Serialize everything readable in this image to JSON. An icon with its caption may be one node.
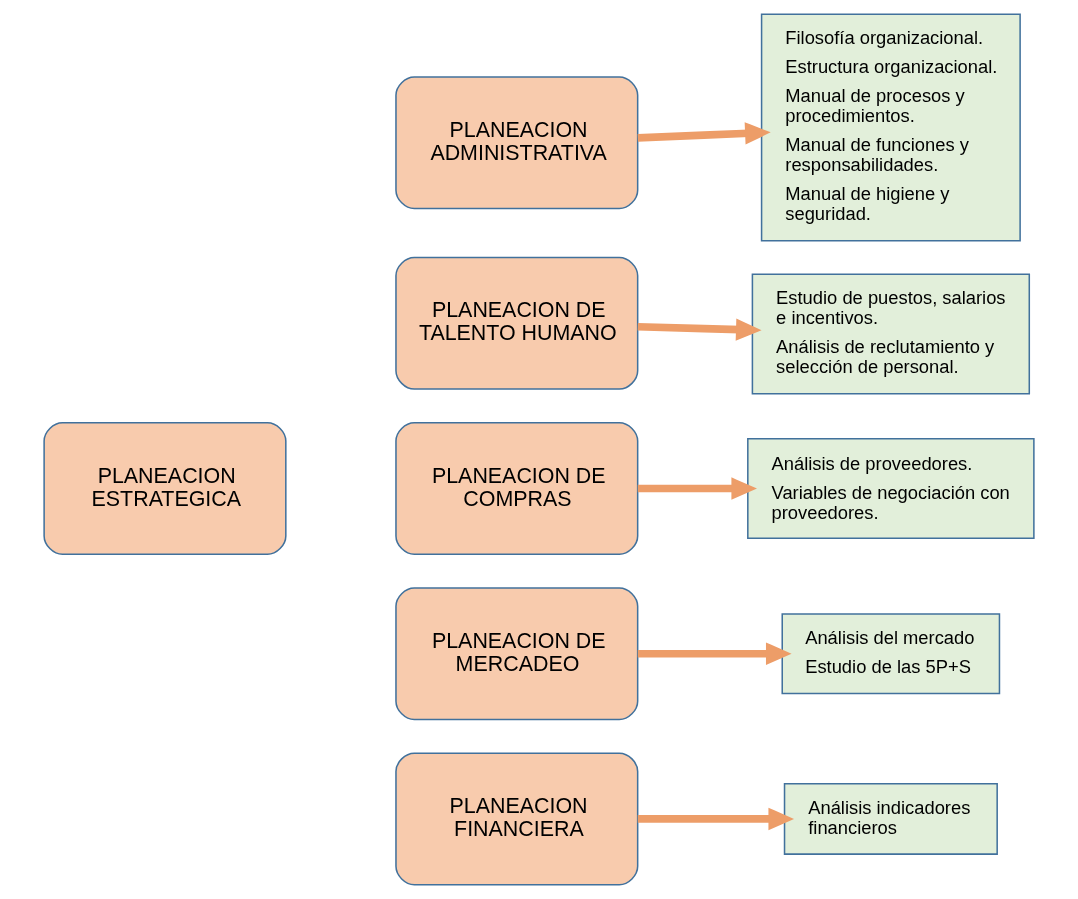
{
  "diagram": {
    "nodes": [
      {
        "text": [
          "PLANEACION ESTRATEGICA"
        ]
      },
      {
        "text": [
          "PLANEACION ADMINISTRATIVA"
        ]
      },
      {
        "text": [
          "Filosofía organizacional.",
          "Estructura organizacional.",
          "Manual de procesos y procedimientos.",
          "Manual de funciones y responsabilidades.",
          "Manual de higiene y seguridad."
        ]
      },
      {
        "text": [
          "PLANEACION DE TALENTO HUMANO"
        ]
      },
      {
        "text": [
          "Estudio de puestos, salarios e incentivos.",
          "Análisis de reclutamiento y selección de personal."
        ]
      },
      {
        "text": [
          "PLANEACION DE COMPRAS"
        ]
      },
      {
        "text": [
          "Análisis de proveedores.",
          "Variables de negociación con proveedores."
        ]
      },
      {
        "text": [
          "PLANEACION DE MERCADEO"
        ]
      },
      {
        "text": [
          "Análisis del mercado",
          "Estudio de las 5P+S"
        ]
      },
      {
        "text": [
          "PLANEACION FINANCIERA"
        ]
      },
      {
        "text": [
          "Análisis indicadores financieros"
        ]
      }
    ],
    "edges": [
      {
        "from": 1,
        "to": 2,
        "arrow": "to"
      },
      {
        "from": 3,
        "to": 4,
        "arrow": "to"
      },
      {
        "from": 5,
        "to": 6,
        "arrow": "to"
      },
      {
        "from": 7,
        "to": 8,
        "arrow": "to"
      },
      {
        "from": 9,
        "to": 10,
        "arrow": "to"
      }
    ]
  }
}
